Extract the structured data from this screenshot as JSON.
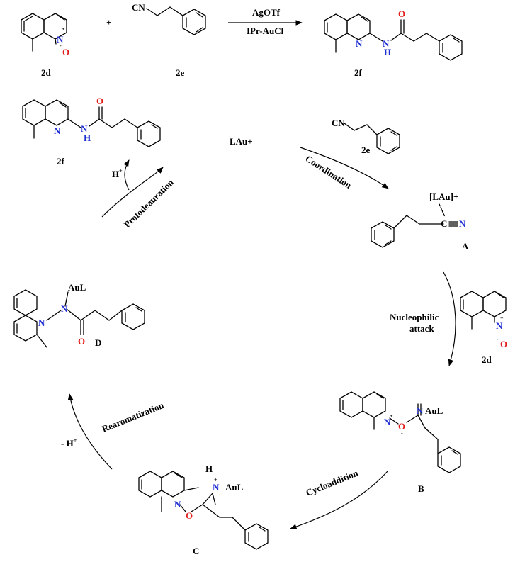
{
  "reaction": {
    "reactant1_label": "2d",
    "plus": "+",
    "reactant2_label": "2e",
    "reagent_top": "AgOTf",
    "reagent_bottom": "IPr-AuCl",
    "product_label": "2f"
  },
  "cycle": {
    "catalyst": "LAu+",
    "product_label": "2f",
    "h_plus": "H",
    "h_plus_sup": "+",
    "protodeauration": "Protodeauration",
    "coordination": "Coordination",
    "nitrile_label": "2e",
    "intermediate_a_complex": "[LAu]+",
    "intermediate_a": "A",
    "nucleophilic_line1": "Nucleophilic",
    "nucleophilic_line2": "attack",
    "n_oxide_label": "2d",
    "intermediate_b": "B",
    "cycloaddition": "Cycloaddition",
    "intermediate_c": "C",
    "rearomatization": "Rearomatization",
    "minus_h": "- H",
    "minus_h_sup": "+",
    "intermediate_d": "D"
  },
  "atoms": {
    "N": "N",
    "O": "O",
    "H": "H",
    "CN": "CN",
    "C": "C",
    "AuL": "AuL",
    "plus_charge": "+",
    "minus_charge": "-"
  },
  "colors": {
    "nitrogen": "#1f2fd1",
    "oxygen": "#e21a1a",
    "bond": "#000000"
  }
}
